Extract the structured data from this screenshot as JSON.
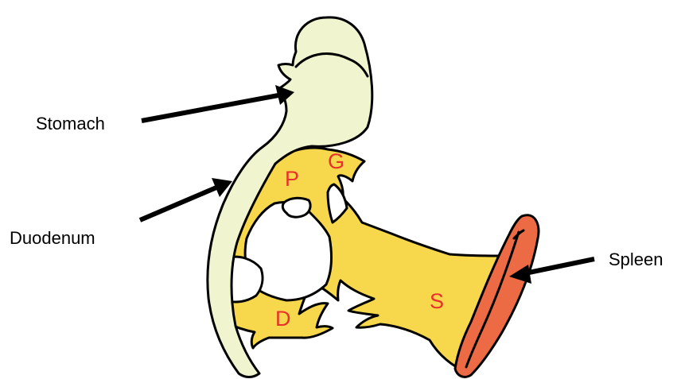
{
  "labels": {
    "stomach": "Stomach",
    "duodenum": "Duodenum",
    "spleen": "Spleen"
  },
  "regions": {
    "p": "P",
    "g": "G",
    "d": "D",
    "s": "S"
  },
  "colors": {
    "stomach_duodenum_fill": "#f1f5cf",
    "pancreas_fill": "#f7d84c",
    "spleen_fill": "#ec6b45",
    "region_letter": "#e8312a",
    "outline": "#000000"
  }
}
